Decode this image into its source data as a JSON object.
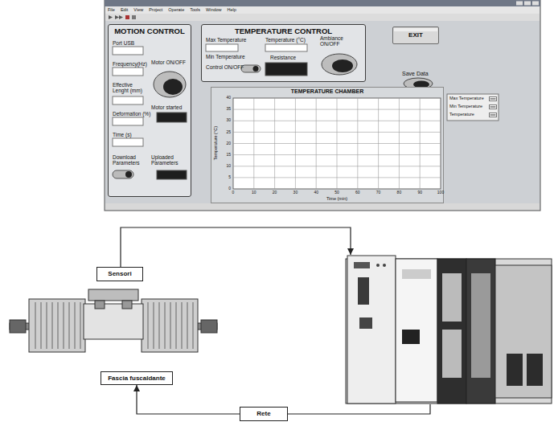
{
  "diagram": {
    "nodes": [
      {
        "text": [
          "MOTION CONTROL"
        ]
      },
      {
        "text": [
          "TEMPERATURE CONTROL"
        ]
      },
      {
        "text": [
          "EXIT"
        ]
      },
      {
        "text": [
          "TEMPERATURE CHAMBER"
        ]
      },
      {
        "text": [
          "Sensori"
        ]
      },
      {
        "text": [
          "Fascia fuscaldante"
        ]
      },
      {
        "text": [
          "Rete"
        ]
      }
    ],
    "edges": [
      {
        "from": 6,
        "to": 5,
        "arrow": "to"
      }
    ],
    "labels": [
      "File",
      "Edit",
      "View",
      "Project",
      "Operate",
      "Tools",
      "Window",
      "Help",
      "Port USB",
      "Frequency(Hz)",
      "Effective Lenght (mm)",
      "Deformation (%)",
      "Time (s)",
      "Download Parameters",
      "Motor ON/OFF",
      "Motor started",
      "Uploaded Parameters",
      "Max Temperature",
      "Min Temperature",
      "Control ON/OFF",
      "Temperature (°C)",
      "Resistance",
      "Ambiance ON/OFF",
      "Save Data",
      "0",
      "5",
      "10",
      "15",
      "20",
      "25",
      "30",
      "35",
      "40",
      "0",
      "10",
      "20",
      "30",
      "40",
      "50",
      "60",
      "70",
      "80",
      "90",
      "100",
      "Temperature (°C)",
      "Time (min)"
    ],
    "legend": [
      {
        "text": "Max Temperature"
      },
      {
        "text": "Min Temperature"
      },
      {
        "text": "Temperature"
      }
    ]
  }
}
